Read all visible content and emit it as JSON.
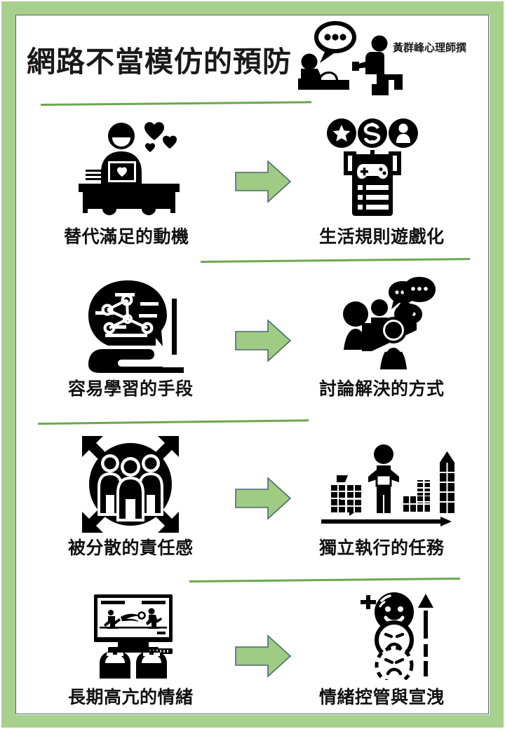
{
  "header": {
    "title": "網路不當模仿的預防",
    "byline": "黃群峰心理師撰",
    "hero_icon": "therapy-session-icon"
  },
  "colors": {
    "frame_green": "#a8d08d",
    "panel_border": "#44666d",
    "rule_green": "#6aa84f",
    "arrow_fill": "#9fcb83",
    "arrow_stroke": "#4a6a70",
    "icon_black": "#000000",
    "text_black": "#111111"
  },
  "rows": [
    {
      "problem": {
        "label": "替代滿足的動機",
        "icon": "person-at-desk-laptop-hearts-icon"
      },
      "arrow": "right-arrow",
      "solution": {
        "label": "生活規則遊戲化",
        "icon": "gamepad-checklist-star-coin-avatar-icon"
      }
    },
    {
      "problem": {
        "label": "容易學習的手段",
        "icon": "hand-laptop-network-bubble-icon"
      },
      "arrow": "right-arrow",
      "solution": {
        "label": "討論解決的方式",
        "icon": "group-discussion-speech-bubbles-icon"
      }
    },
    {
      "problem": {
        "label": "被分散的責任感",
        "icon": "crowd-circle-diffusion-arrows-icon"
      },
      "arrow": "right-arrow",
      "solution": {
        "label": "獨立執行的任務",
        "icon": "person-building-blocks-progress-icon"
      }
    },
    {
      "problem": {
        "label": "長期高亢的情緒",
        "icon": "tv-fighting-game-controllers-icon"
      },
      "arrow": "right-arrow",
      "solution": {
        "label": "情緒控管與宣洩",
        "icon": "emotion-faces-scale-arrow-icon"
      }
    }
  ]
}
